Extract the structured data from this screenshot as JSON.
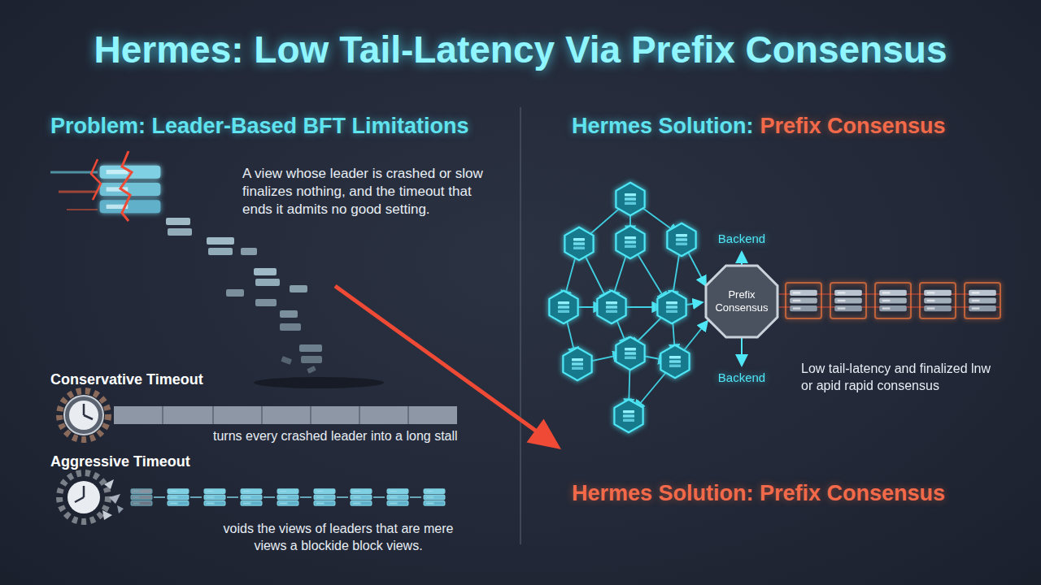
{
  "diagram": {
    "title": "Hermes: Low Tail-Latency Via Prefix Consensus",
    "nodes": [
      {
        "text": [
          "Prefix Consensus"
        ]
      }
    ],
    "labels": [
      "Problem: Leader-Based BFT Limitations",
      "A view whose leader is crashed or slow finalizes nothing, and the timeout that ends it admits no good setting.",
      "Conservative Timeout",
      "turns every crashed leader into a long stall",
      "Aggressive Timeout",
      "voids the views of leaders that are mere views a blockide block views.",
      "Hermes Solution:",
      "Prefix Consensus",
      "Backend",
      "Backend",
      "Low tail-latency and finalized lnw or apid rapid consensus",
      "Hermes Solution: Prefix Consensus"
    ]
  }
}
